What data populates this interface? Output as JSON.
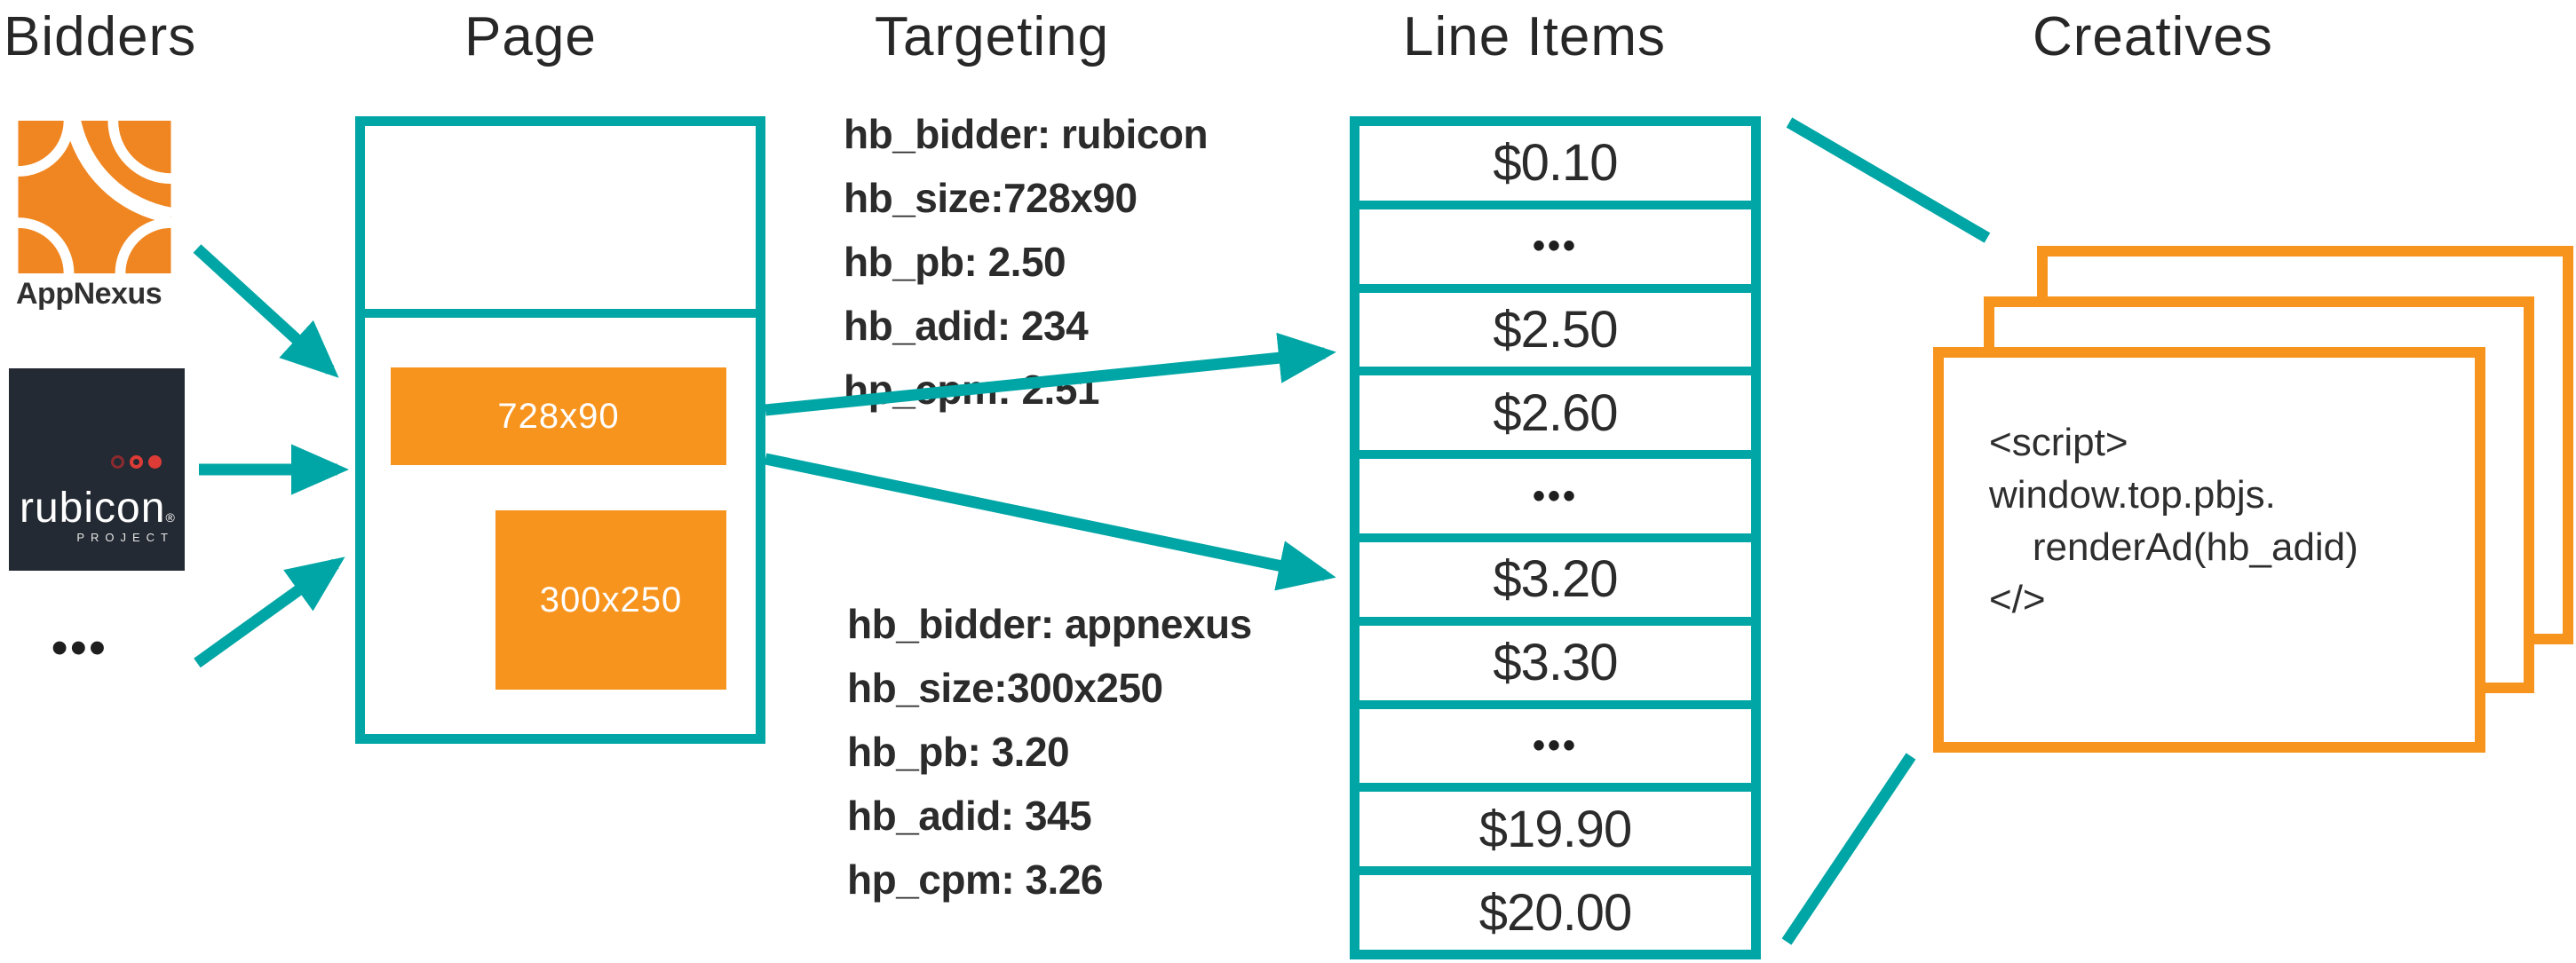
{
  "colors": {
    "teal": "#00A6A5",
    "orange": "#F7941E",
    "dark_text": "#2B2B2B",
    "rubicon_bg": "#242A33",
    "appnexus_orange": "#F08621",
    "rubicon_red": "#DD3B36"
  },
  "headers": {
    "bidders": "Bidders",
    "page": "Page",
    "targeting": "Targeting",
    "line_items": "Line Items",
    "creatives": "Creatives"
  },
  "bidders": {
    "appnexus": {
      "label": "AppNexus"
    },
    "rubicon": {
      "wordmark": "rubicon",
      "registered": "®",
      "subtext": "PROJECT"
    },
    "more_bidders": "•••"
  },
  "page": {
    "ad_slot_leaderboard": "728x90",
    "ad_slot_rectangle": "300x250"
  },
  "targeting": {
    "rubicon_block": {
      "lines": [
        "hb_bidder: rubicon",
        "hb_size:728x90",
        "hb_pb: 2.50",
        "hb_adid: 234",
        "hp_cpm: 2.51"
      ]
    },
    "appnexus_block": {
      "lines": [
        "hb_bidder: appnexus",
        "hb_size:300x250",
        "hb_pb: 3.20",
        "hb_adid: 345",
        "hp_cpm: 3.26"
      ]
    }
  },
  "line_items": {
    "rows": [
      "$0.10",
      "•••",
      "$2.50",
      "$2.60",
      "•••",
      "$3.20",
      "$3.30",
      "•••",
      "$19.90",
      "$20.00"
    ]
  },
  "creatives": {
    "code_lines": [
      "<script>",
      "window.top.pbjs.",
      "    renderAd(hb_adid)",
      "</>"
    ]
  }
}
